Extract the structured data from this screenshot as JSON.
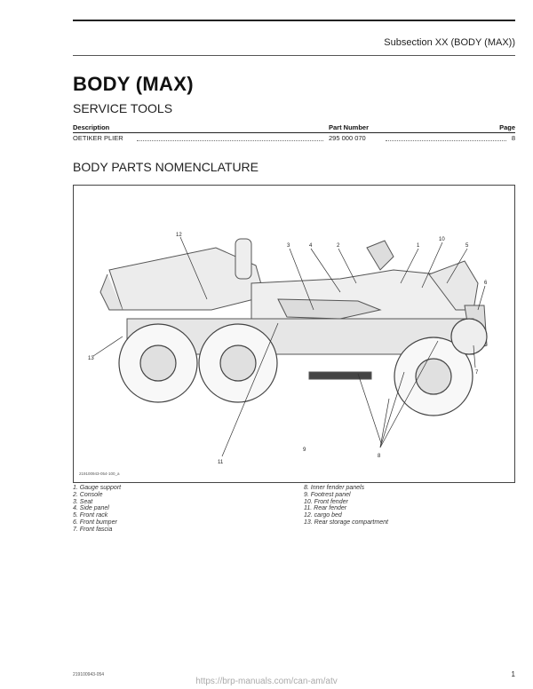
{
  "header": {
    "subsection": "Subsection XX (BODY (MAX))"
  },
  "title": "BODY (MAX)",
  "service_tools": {
    "heading": "SERVICE TOOLS",
    "columns": {
      "description": "Description",
      "part_number": "Part Number",
      "page": "Page"
    },
    "rows": [
      {
        "description": "OETIKER PLIER",
        "part_number": "295 000 070",
        "page": "8"
      }
    ]
  },
  "nomenclature": {
    "heading": "BODY PARTS NOMENCLATURE",
    "figure_code": "219100943-054-100_a",
    "callouts": [
      "1",
      "2",
      "3",
      "4",
      "5",
      "6",
      "7",
      "8",
      "9",
      "10",
      "11",
      "12",
      "13"
    ],
    "legend_left": [
      "1.  Gauge support",
      "2.  Console",
      "3.  Seat",
      "4.  Side panel",
      "5.  Front rack",
      "6.  Front bumper",
      "7.  Front fascia"
    ],
    "legend_right": [
      "8.  Inner fender panels",
      "9.  Footrest panel",
      "10. Front fender",
      "11. Rear fender",
      "12. cargo bed",
      "13. Rear storage compartment"
    ]
  },
  "footer": {
    "doc_code": "219100943-054",
    "url": "https://brp-manuals.com/can-am/atv",
    "page_number": "1"
  }
}
